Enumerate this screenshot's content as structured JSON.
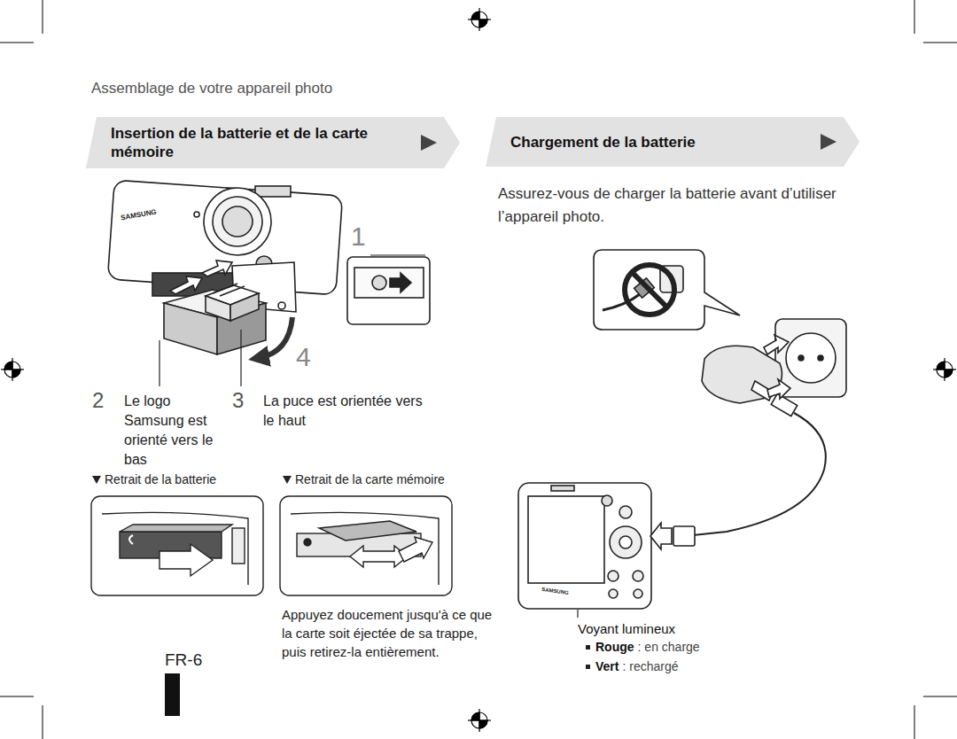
{
  "diagram": {
    "title": "Assemblage de votre appareil photo",
    "nodes": [
      {
        "text": [
          "Insertion de la batterie et de la carte mémoire"
        ]
      },
      {
        "text": [
          "Chargement de la batterie"
        ]
      }
    ],
    "labels": [
      "SAMSUNG",
      "1",
      "4",
      "2",
      "Le logo Samsung est orienté vers le bas",
      "3",
      "La puce est orientée vers le haut",
      "Retrait de la batterie",
      "Retrait de la carte mémoire",
      "Appuyez doucement jusqu'à ce que la carte soit éjectée de sa trappe, puis retirez-la entièrement.",
      "FR-6",
      "Assurez-vous de charger la batterie avant d’utiliser l’appareil photo.",
      "SAMSUNG",
      "Voyant lumineux",
      "Rouge",
      ": en charge",
      "Vert",
      ": rechargé"
    ]
  }
}
